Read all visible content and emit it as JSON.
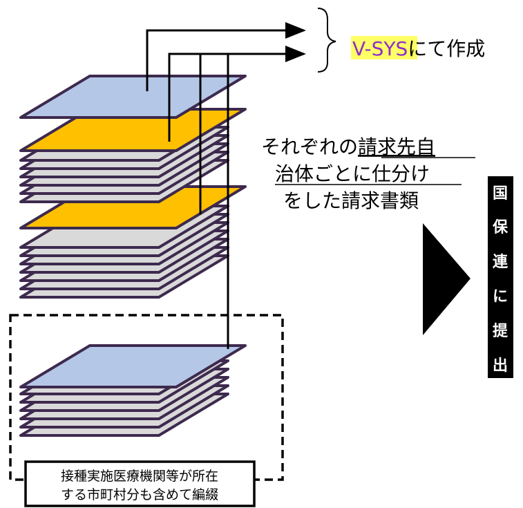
{
  "labels": {
    "vsys": "V-SYS",
    "vsys_suffix": "にて作成",
    "sorted_line1_plain": "それぞれの",
    "sorted_line1_underlined": "請求先自",
    "sorted_line2_underlined": "治体ごとに仕分け",
    "sorted_line3": "をした請求書類",
    "note_line1": "接種実施医療機関等が所在",
    "note_line2": "する市町村分も含めて編綴"
  },
  "side_label": {
    "chars": [
      "国",
      "保",
      "連",
      "に",
      "提",
      "出"
    ]
  },
  "colors": {
    "sheet_gray": "#d9d9d9",
    "sheet_orange": "#ffc000",
    "sheet_blue": "#b4c7e7",
    "sheet_outline": "#3d2a4e",
    "highlight": "#ffff66"
  }
}
